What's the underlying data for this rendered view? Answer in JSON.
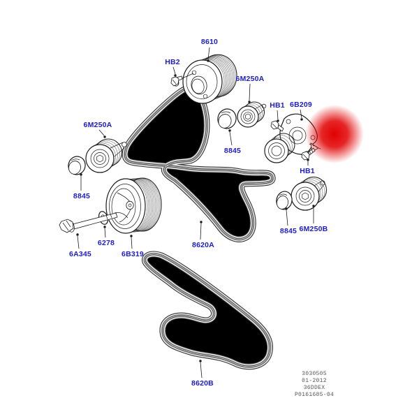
{
  "colors": {
    "callout": "#1c1ccd",
    "line": "#1a1a1a",
    "highlight": "#e10000",
    "reference": "#555555"
  },
  "callouts": [
    {
      "label": "8610"
    },
    {
      "label": "HB2"
    },
    {
      "label": "6M250A"
    },
    {
      "label": "HB1"
    },
    {
      "label": "6B209"
    },
    {
      "label": "6M250A"
    },
    {
      "label": "8845"
    },
    {
      "label": "8845"
    },
    {
      "label": "HB1"
    },
    {
      "label": "8845"
    },
    {
      "label": "6M250B"
    },
    {
      "label": "6A345"
    },
    {
      "label": "6278"
    },
    {
      "label": "6B319"
    },
    {
      "label": "8620A"
    },
    {
      "label": "8620B"
    }
  ],
  "reference_block": {
    "lines": [
      "3030505",
      "01-2012",
      "36DDEX",
      "P0161685-04"
    ]
  }
}
